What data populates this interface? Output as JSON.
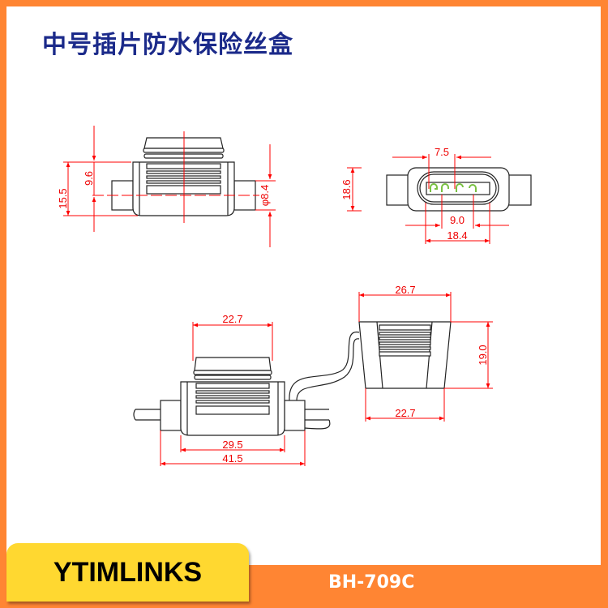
{
  "title": "中号插片防水保险丝盒",
  "brand": "YTIMLINKS",
  "model": "BH-709C",
  "colors": {
    "frame": "#FF8533",
    "brand_tab": "#FFD830",
    "title": "#1B2A8A",
    "dimension": "#FF0000",
    "contacts": "#7AC143"
  },
  "dimensions": {
    "side_view": {
      "overall_height": "15.5",
      "center_height": "9.6",
      "tube_diameter": "φ8.4"
    },
    "end_view": {
      "height": "18.6",
      "pin_pitch": "7.5",
      "inner_span": "9.0",
      "outer_span": "18.4"
    },
    "front_view": {
      "cap_width": "22.7",
      "body_width": "29.5",
      "overall_length": "41.5"
    },
    "cover_view": {
      "top_width": "26.7",
      "height": "19.0",
      "bottom_width": "22.7"
    }
  }
}
